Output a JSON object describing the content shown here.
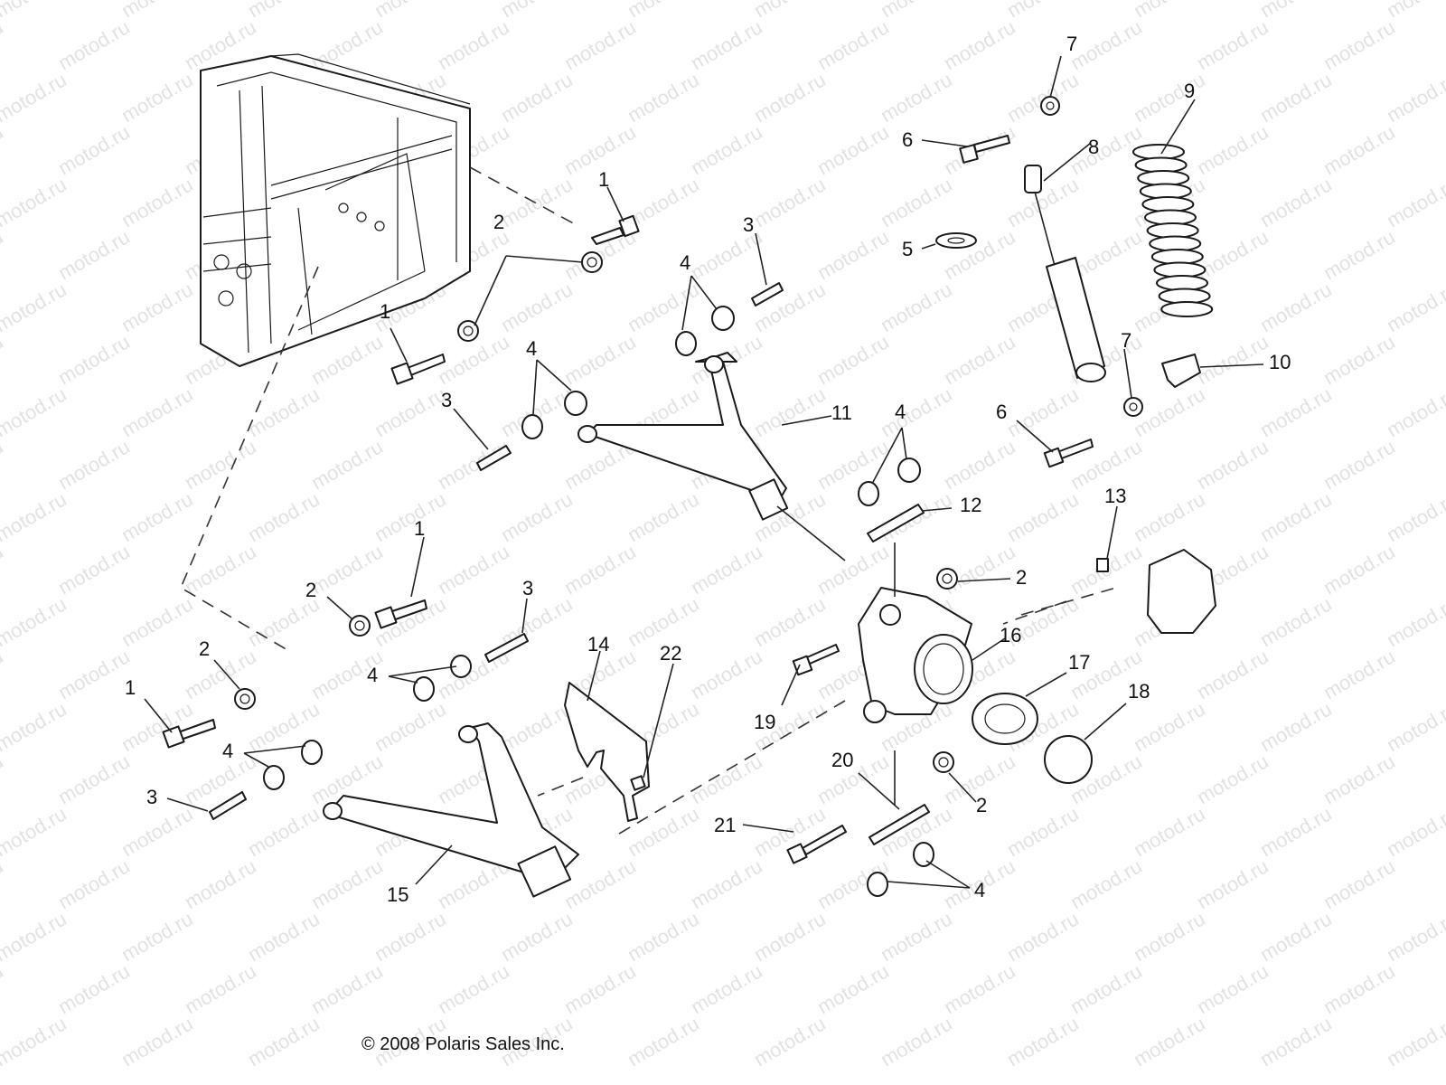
{
  "watermark": "motod.ru",
  "copyright": "© 2008 Polaris Sales Inc.",
  "callouts": {
    "c1a": "1",
    "c1b": "1",
    "c1c": "1",
    "c1d": "1",
    "c2a": "2",
    "c2b": "2",
    "c2c": "2",
    "c2d": "2",
    "c2e": "2",
    "c3a": "3",
    "c3b": "3",
    "c3c": "3",
    "c3d": "3",
    "c4a": "4",
    "c4b": "4",
    "c4c": "4",
    "c4d": "4",
    "c4e": "4",
    "c4f": "4",
    "c5": "5",
    "c6a": "6",
    "c6b": "6",
    "c7a": "7",
    "c7b": "7",
    "c8": "8",
    "c9": "9",
    "c10": "10",
    "c11": "11",
    "c12": "12",
    "c13": "13",
    "c14": "14",
    "c15": "15",
    "c16": "16",
    "c17": "17",
    "c18": "18",
    "c19": "19",
    "c20": "20",
    "c21": "21",
    "c22": "22"
  }
}
